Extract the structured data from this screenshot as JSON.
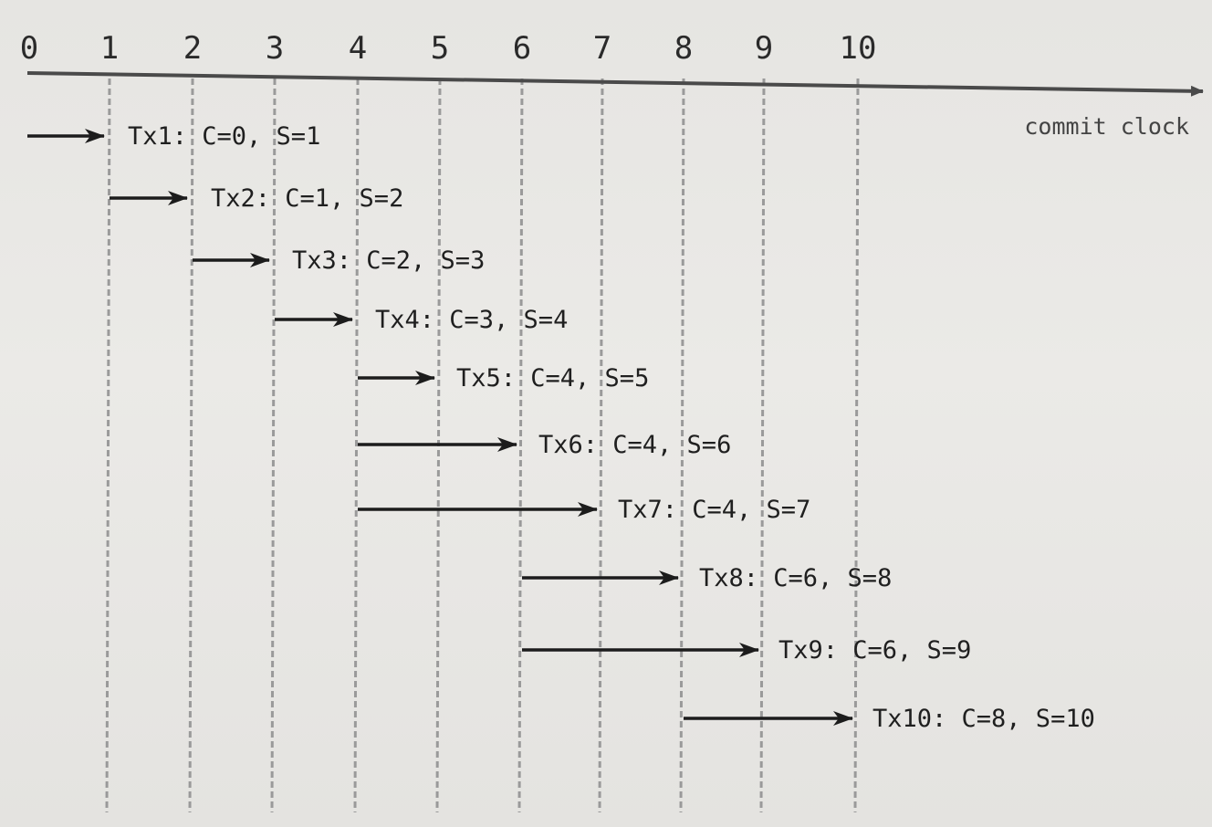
{
  "axis": {
    "label": "commit clock",
    "ticks": [
      "0",
      "1",
      "2",
      "3",
      "4",
      "5",
      "6",
      "7",
      "8",
      "9",
      "10"
    ],
    "dashed_ticks": [
      1,
      2,
      3,
      4,
      5,
      6,
      7,
      8,
      9,
      10
    ]
  },
  "transactions": [
    {
      "name": "Tx1",
      "c": 0,
      "s": 1,
      "label": "Tx1: C=0, S=1"
    },
    {
      "name": "Tx2",
      "c": 1,
      "s": 2,
      "label": "Tx2: C=1, S=2"
    },
    {
      "name": "Tx3",
      "c": 2,
      "s": 3,
      "label": "Tx3: C=2, S=3"
    },
    {
      "name": "Tx4",
      "c": 3,
      "s": 4,
      "label": "Tx4: C=3, S=4"
    },
    {
      "name": "Tx5",
      "c": 4,
      "s": 5,
      "label": "Tx5: C=4, S=5"
    },
    {
      "name": "Tx6",
      "c": 4,
      "s": 6,
      "label": "Tx6: C=4, S=6"
    },
    {
      "name": "Tx7",
      "c": 4,
      "s": 7,
      "label": "Tx7: C=4, S=7"
    },
    {
      "name": "Tx8",
      "c": 6,
      "s": 8,
      "label": "Tx8: C=6, S=8"
    },
    {
      "name": "Tx9",
      "c": 6,
      "s": 9,
      "label": "Tx9: C=6, S=9"
    },
    {
      "name": "Tx10",
      "c": 8,
      "s": 10,
      "label": "Tx10: C=8, S=10"
    }
  ],
  "colors": {
    "axis": "#4a4a4a",
    "arrow": "#1c1c1c",
    "dash": "#9a9a9a"
  }
}
